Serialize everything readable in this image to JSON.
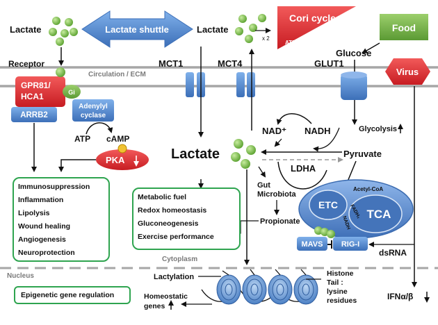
{
  "labels": {
    "lactate_left": "Lactate",
    "lactate_shuttle": "Lactate shuttle",
    "lactate_top": "Lactate",
    "x2": "x 2",
    "cori_cycle": "Cori cycle",
    "atp_cori": "ATP",
    "food": "Food",
    "glucose": "Glucose",
    "virus": "Virus",
    "receptor": "Receptor",
    "circulation": "Circulation / ECM",
    "mct1": "MCT1",
    "mct4": "MCT4",
    "glut1": "GLUT1",
    "gpr81": "GPR81/",
    "hca1": "HCA1",
    "gi": "Gi",
    "arrb2": "ARRB2",
    "adenylyl": "Adenylyl",
    "cyclase": "cyclase",
    "atp": "ATP",
    "camp": "cAMP",
    "pka": "PKA",
    "nad_plus": "NAD⁺",
    "nadh": "NADH",
    "glycolysis": "Glycolysis",
    "lactate_center": "Lactate",
    "ldha": "LDHA",
    "pyruvate": "Pyruvate",
    "gut": "Gut",
    "microbiota": "Microbiota",
    "propionate": "Propionate",
    "etc": "ETC",
    "acetyl_coa": "Acetyl-CoA",
    "fadh2": "FADH₂",
    "nadh_small": "NADH",
    "tca": "TCA",
    "mavs": "MAVS",
    "rigi": "RIG-I",
    "dsrna": "dsRNA",
    "cytoplasm": "Cytoplasm",
    "nucleus": "Nucleus",
    "lactylation": "Lactylation",
    "histone": "Histone",
    "tail": "Tail :",
    "lysine": "lysine",
    "residues": "residues",
    "homeostatic": "Homeostatic",
    "genes": "genes",
    "epigenetic": "Epigenetic gene regulation",
    "ifn": "IFNα/β"
  },
  "effects_box": [
    "Immunosuppression",
    "Inflammation",
    "Lipolysis",
    "Wound healing",
    "Angiogenesis",
    "Neuroprotection"
  ],
  "metabolic_box": [
    "Metabolic fuel",
    "Redox homeostasis",
    "Gluconeogenesis",
    "Exercise performance"
  ],
  "colors": {
    "receptor_red": "#e3262d",
    "protein_blue": "#4f86c6",
    "shuttle_blue": "#5b8fd6",
    "lactate_green": "#78b84a",
    "food_green": "#7ab648",
    "box_border": "#2ea44f",
    "membrane_gray": "#a6a6a6",
    "mito_blue": "#5d8fd0"
  }
}
